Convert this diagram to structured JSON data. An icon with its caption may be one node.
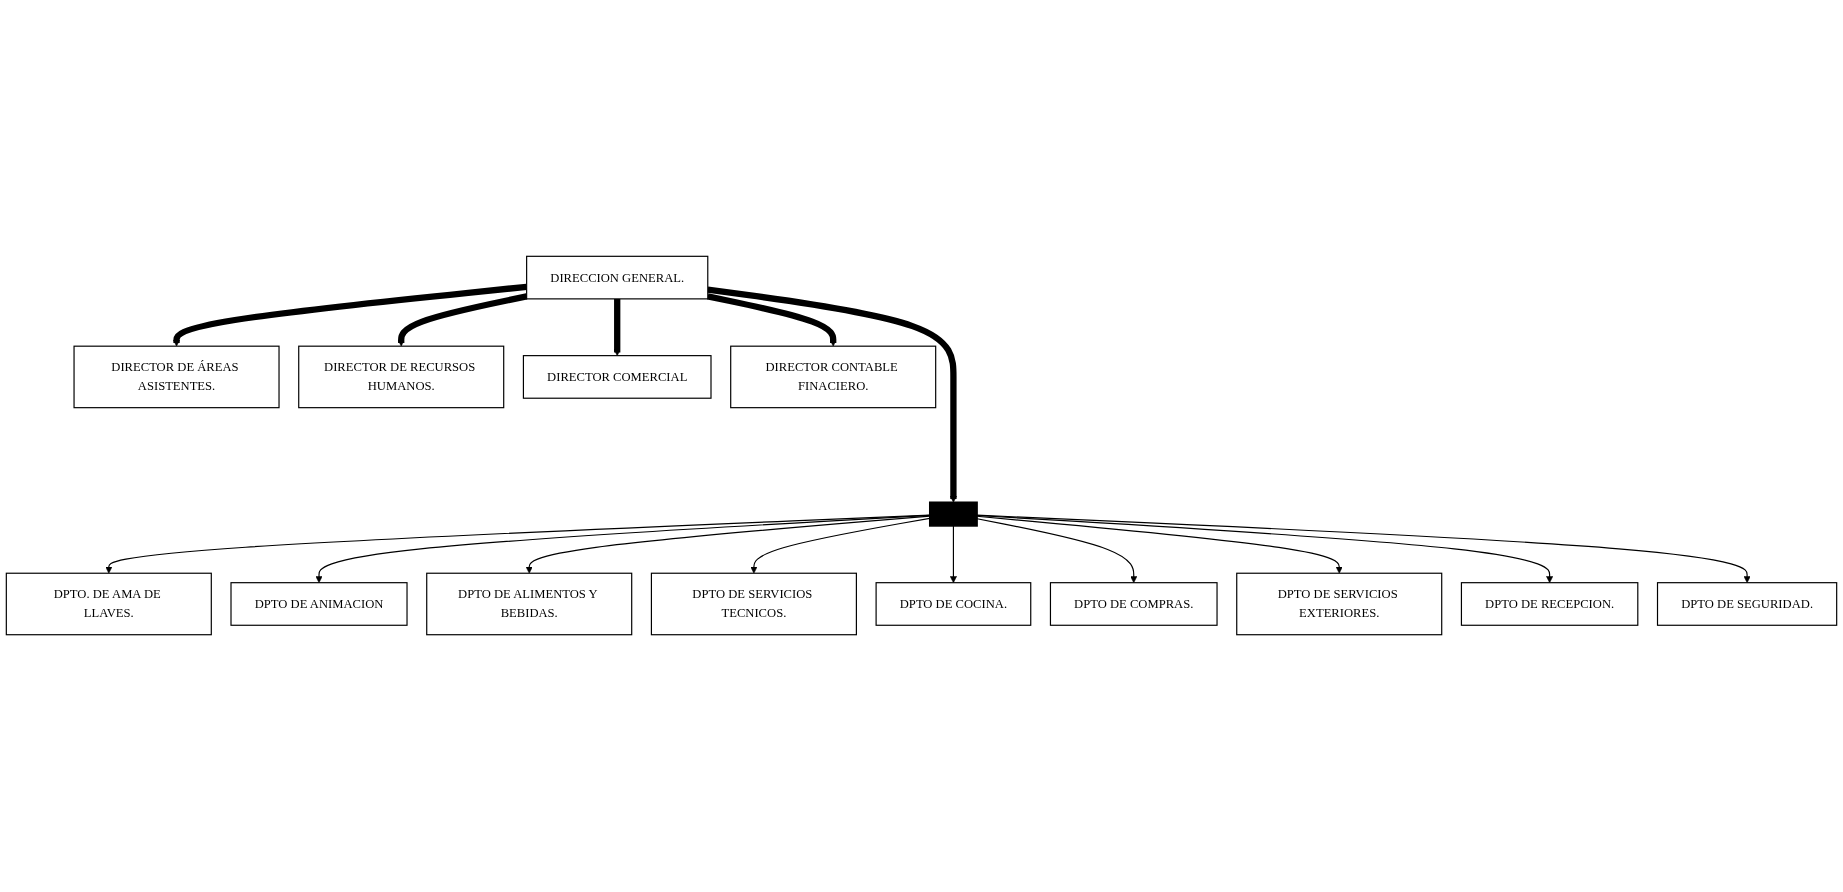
{
  "diagram": {
    "nodes": [
      {
        "text": [
          "DIRECCION GENERAL."
        ]
      },
      {
        "text": [
          "DIRECTOR DE ÁREAS ASISTENTES."
        ]
      },
      {
        "text": [
          "DIRECTOR DE RECURSOS HUMANOS."
        ]
      },
      {
        "text": [
          "DIRECTOR COMERCIAL"
        ]
      },
      {
        "text": [
          "DIRECTOR CONTABLE FINACIERO."
        ]
      },
      {
        "text": [],
        "shape": "bar"
      },
      {
        "text": [
          "DPTO. DE AMA DE LLAVES."
        ]
      },
      {
        "text": [
          "DPTO DE ANIMACION"
        ]
      },
      {
        "text": [
          "DPTO DE ALIMENTOS Y BEBIDAS."
        ]
      },
      {
        "text": [
          "DPTO DE SERVICIOS TECNICOS."
        ]
      },
      {
        "text": [
          "DPTO DE COCINA."
        ]
      },
      {
        "text": [
          "DPTO DE COMPRAS."
        ]
      },
      {
        "text": [
          "DPTO DE SERVICIOS EXTERIORES."
        ]
      },
      {
        "text": [
          "DPTO DE RECEPCION."
        ]
      },
      {
        "text": [
          "DPTO DE SEGURIDAD."
        ]
      }
    ],
    "edges": [
      {
        "from": 0,
        "to": 1,
        "arrow": "to",
        "style": "thick"
      },
      {
        "from": 0,
        "to": 2,
        "arrow": "to",
        "style": "thick"
      },
      {
        "from": 0,
        "to": 3,
        "arrow": "to",
        "style": "thick"
      },
      {
        "from": 0,
        "to": 4,
        "arrow": "to",
        "style": "thick"
      },
      {
        "from": 0,
        "to": 5,
        "arrow": "to",
        "style": "thick"
      },
      {
        "from": 5,
        "to": 6,
        "arrow": "to"
      },
      {
        "from": 5,
        "to": 7,
        "arrow": "to"
      },
      {
        "from": 5,
        "to": 8,
        "arrow": "to"
      },
      {
        "from": 5,
        "to": 9,
        "arrow": "to"
      },
      {
        "from": 5,
        "to": 10,
        "arrow": "to"
      },
      {
        "from": 5,
        "to": 11,
        "arrow": "to"
      },
      {
        "from": 5,
        "to": 12,
        "arrow": "to"
      },
      {
        "from": 5,
        "to": 13,
        "arrow": "to"
      },
      {
        "from": 5,
        "to": 14,
        "arrow": "to"
      }
    ]
  }
}
